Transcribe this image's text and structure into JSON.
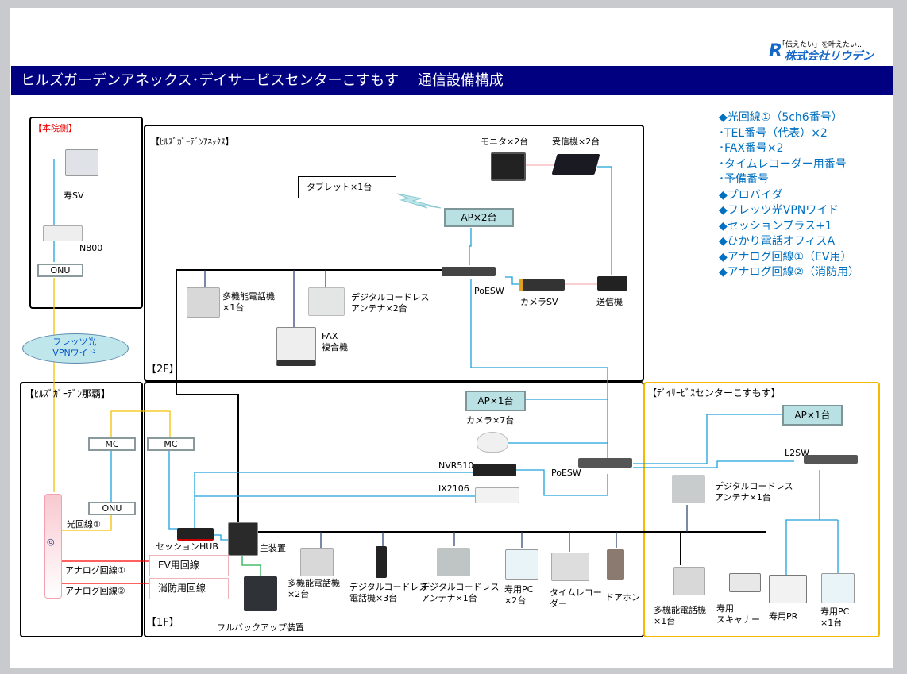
{
  "header": {
    "title": "ヒルズガーデンアネックス･デイサービスセンターこすもす　 通信設備構成",
    "logo_tagline": "「伝えたい」を叶えたい…",
    "logo_company": "株式会社リウデン"
  },
  "colors": {
    "header_bg": "#000080",
    "list_text": "#0070c0",
    "lan_line": "#1ea0dc",
    "fiber_line": "#f5c000",
    "analog_line": "#ff0000",
    "day_service_border": "#f5b800"
  },
  "services": [
    "◆光回線①（5ch6番号）",
    "･TEL番号（代表）×2",
    "･FAX番号×2",
    "･タイムレコーダー用番号",
    "･予備番号",
    "◆プロバイダ",
    "◆フレッツ光VPNワイド",
    "◆セッションプラス+1",
    "◆ひかり電話オフィスA",
    "◆アナログ回線①（EV用）",
    "◆アナログ回線②（消防用）"
  ],
  "honin": {
    "title": "【本院側】",
    "sv": "寿SV",
    "router": "N800",
    "onu": "ONU"
  },
  "vpn": "フレッツ光\nVPNワイド",
  "annex": {
    "title": "【ﾋﾙｽﾞｶﾞｰﾃﾞﾝｱﾈｯｸｽ】",
    "floor": "【2F】",
    "tablet": "タブレット×1台",
    "ap": "AP×2台",
    "monitor": "モニタ×2台",
    "receiver": "受信機×2台",
    "poesw": "PoESW",
    "camera_sv": "カメラSV",
    "transmitter": "送信機",
    "phone": "多機能電話機\n×1台",
    "antenna": "デジタルコードレス\nアンテナ×2台",
    "fax": "FAX\n複合機"
  },
  "naha": {
    "title": "【ﾋﾙｽﾞｶﾞｰﾃﾞﾝ那覇】",
    "mc": "MC",
    "onu": "ONU",
    "fiber1": "光回線①",
    "analog1": "アナログ回線①",
    "analog2": "アナログ回線②"
  },
  "floor1": {
    "floor": "【1F】",
    "mc": "MC",
    "ap": "AP×1台",
    "camera": "カメラ×7台",
    "nvr": "NVR510",
    "ix": "IX2106",
    "poesw": "PoESW",
    "session_hub": "セッションHUB",
    "main_unit": "主装置",
    "ev_line": "EV用回線",
    "fire_line": "消防用回線",
    "backup": "フルバックアップ装置",
    "phone": "多機能電話機\n×2台",
    "cordless": "デジタルコードレス\n電話機×3台",
    "antenna": "デジタルコードレス\nアンテナ×1台",
    "pc": "寿用PC\n×2台",
    "time_recorder": "タイムレコー\nダー",
    "door_phone": "ドアホン"
  },
  "day_service": {
    "title": "【ﾃﾞｲｻｰﾋﾞｽセンターこすもす】",
    "ap": "AP×1台",
    "l2sw": "L2SW",
    "antenna": "デジタルコードレス\nアンテナ×1台",
    "phone": "多機能電話機\n×1台",
    "scanner": "寿用\nスキャナー",
    "printer": "寿用PR",
    "pc": "寿用PC\n×1台"
  }
}
